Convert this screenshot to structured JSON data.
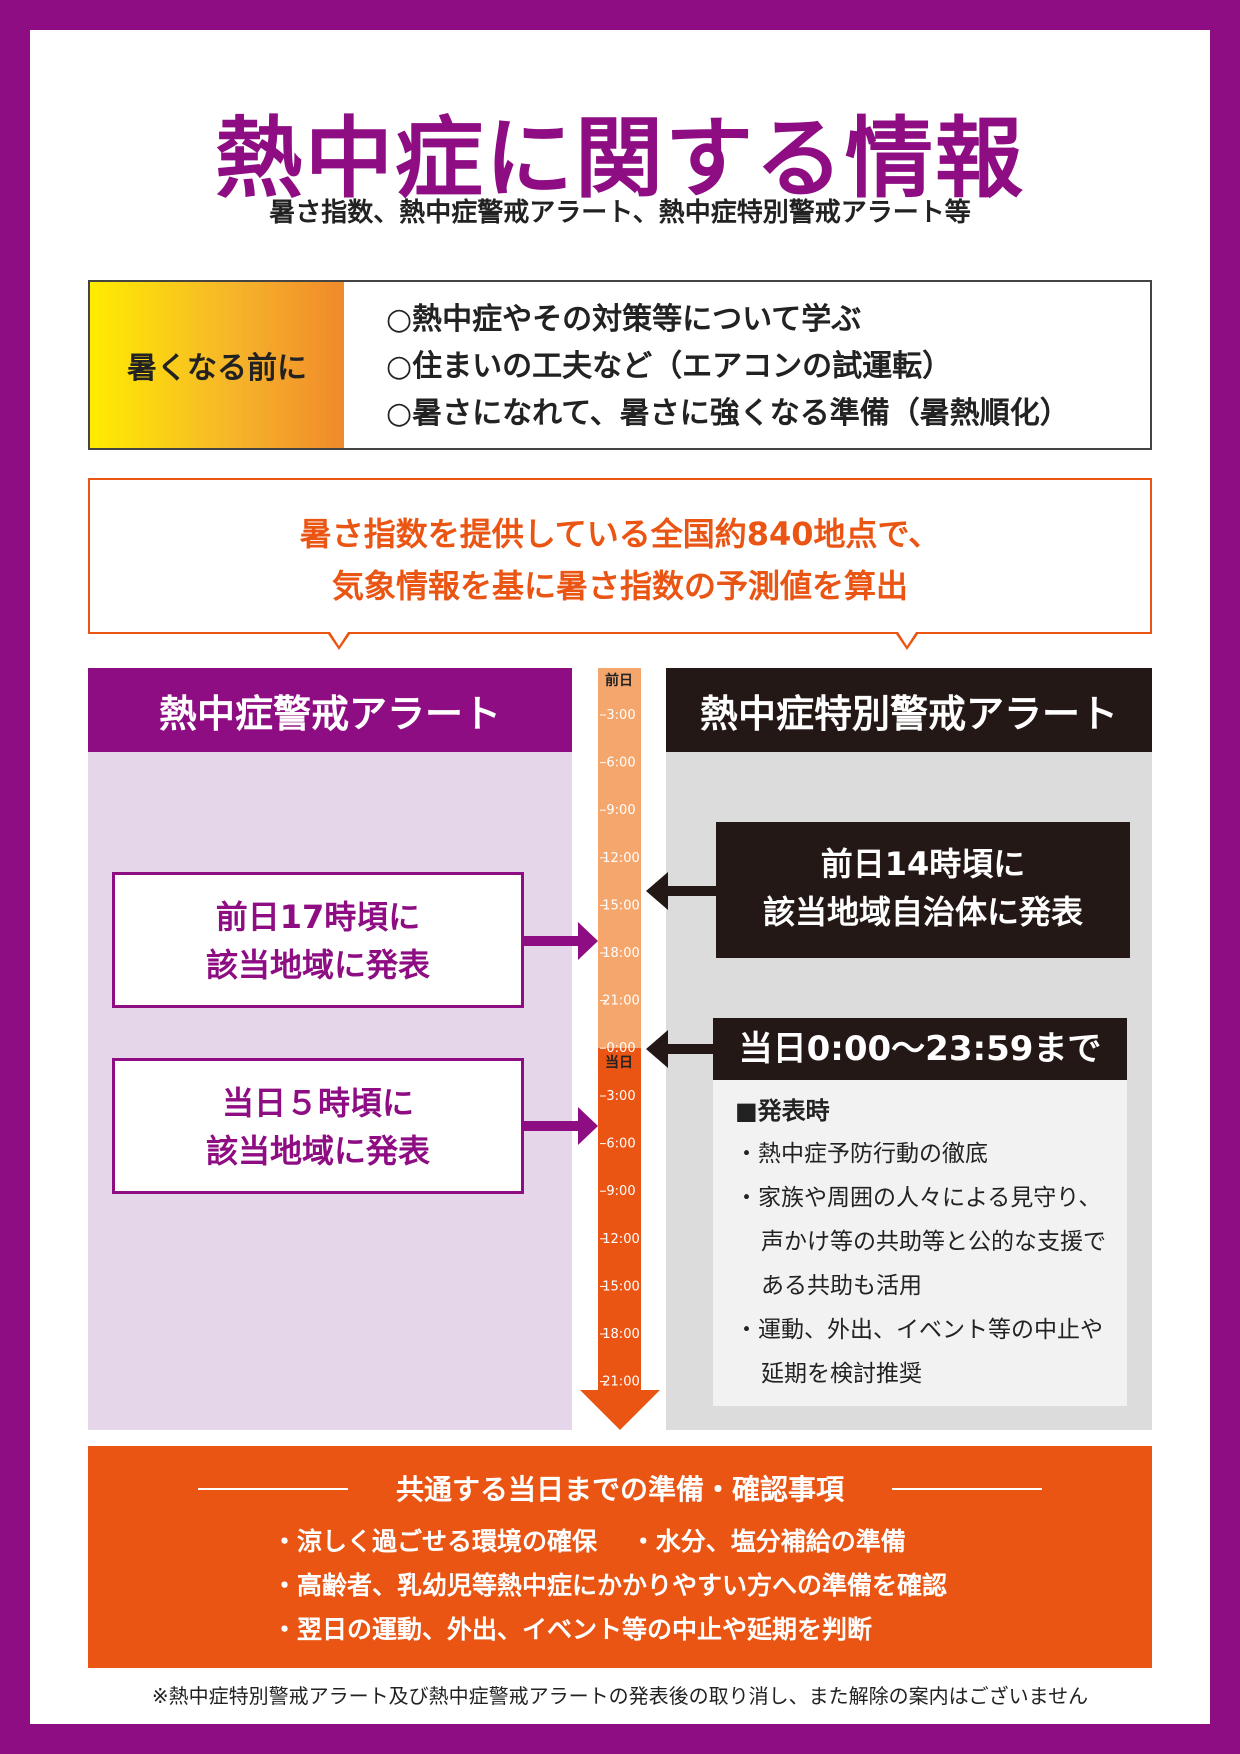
{
  "header": {
    "title": "熱中症に関する情報",
    "subtitle": "暑さ指数、熱中症警戒アラート、熱中症特別警戒アラート等"
  },
  "before": {
    "label": "暑くなる前に",
    "items": [
      "○熱中症やその対策等について学ぶ",
      "○住まいの工夫など（エアコンの試運転）",
      "○暑さになれて、暑さに強くなる準備（暑熱順化）"
    ]
  },
  "info_box": {
    "line1": "暑さ指数を提供している全国約840地点で、",
    "line2": "気象情報を基に暑さ指数の予測値を算出"
  },
  "left_alert": {
    "title": "熱中症警戒アラート",
    "box1": {
      "line1": "前日17時頃に",
      "line2": "該当地域に発表"
    },
    "box2": {
      "line1": "当日５時頃に",
      "line2": "該当地域に発表"
    }
  },
  "right_alert": {
    "title": "熱中症特別警戒アラート",
    "box1": {
      "line1": "前日14時頃に",
      "line2": "該当地域自治体に発表"
    },
    "time_label": "当日0:00～23:59まで",
    "note_head": "■発表時",
    "notes": [
      "・熱中症予防行動の徹底",
      "・家族や周囲の人々による見守り、声かけ等の共助等と公的な支援である共助も活用",
      "・運動、外出、イベント等の中止や延期を検討推奨"
    ]
  },
  "timeline": {
    "prev_day_label": "前日",
    "same_day_label": "当日",
    "prev_day_ticks": [
      "3:00",
      "6:00",
      "9:00",
      "12:00",
      "15:00",
      "18:00",
      "21:00",
      "0:00"
    ],
    "same_day_ticks": [
      "3:00",
      "6:00",
      "9:00",
      "12:00",
      "15:00",
      "18:00",
      "21:00"
    ],
    "prev_color": "#f5a66d",
    "same_color": "#ea5514"
  },
  "common": {
    "title": "共通する当日までの準備・確認事項",
    "items": [
      "・涼しく過ごせる環境の確保　 ・水分、塩分補給の準備",
      "・高齢者、乳幼児等熱中症にかかりやすい方への準備を確認",
      "・翌日の運動、外出、イベント等の中止や延期を判断"
    ]
  },
  "footnote": "※熱中症特別警戒アラート及び熱中症警戒アラートの発表後の取り消し、また解除の案内はございません",
  "colors": {
    "purple": "#8e0d83",
    "orange": "#ea5514",
    "dark": "#231815"
  }
}
